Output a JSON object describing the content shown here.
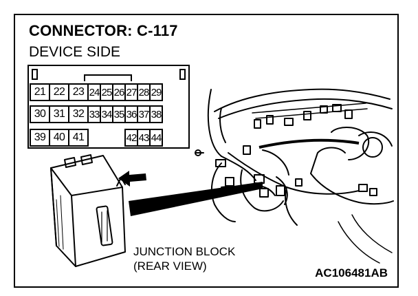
{
  "title": "CONNECTOR: C-117",
  "subtitle": "DEVICE SIDE",
  "connector": {
    "row1": [
      "21",
      "22",
      "23",
      "24",
      "25",
      "26",
      "27",
      "28",
      "29"
    ],
    "row2": [
      "30",
      "31",
      "32",
      "33",
      "34",
      "35",
      "36",
      "37",
      "38"
    ],
    "row3_left": [
      "39",
      "40",
      "41"
    ],
    "row3_right": [
      "42",
      "43",
      "44"
    ]
  },
  "caption": {
    "line1": "JUNCTION BLOCK",
    "line2": "(REAR VIEW)"
  },
  "figure_code": "AC106481AB",
  "colors": {
    "line": "#000000",
    "background": "#ffffff"
  }
}
